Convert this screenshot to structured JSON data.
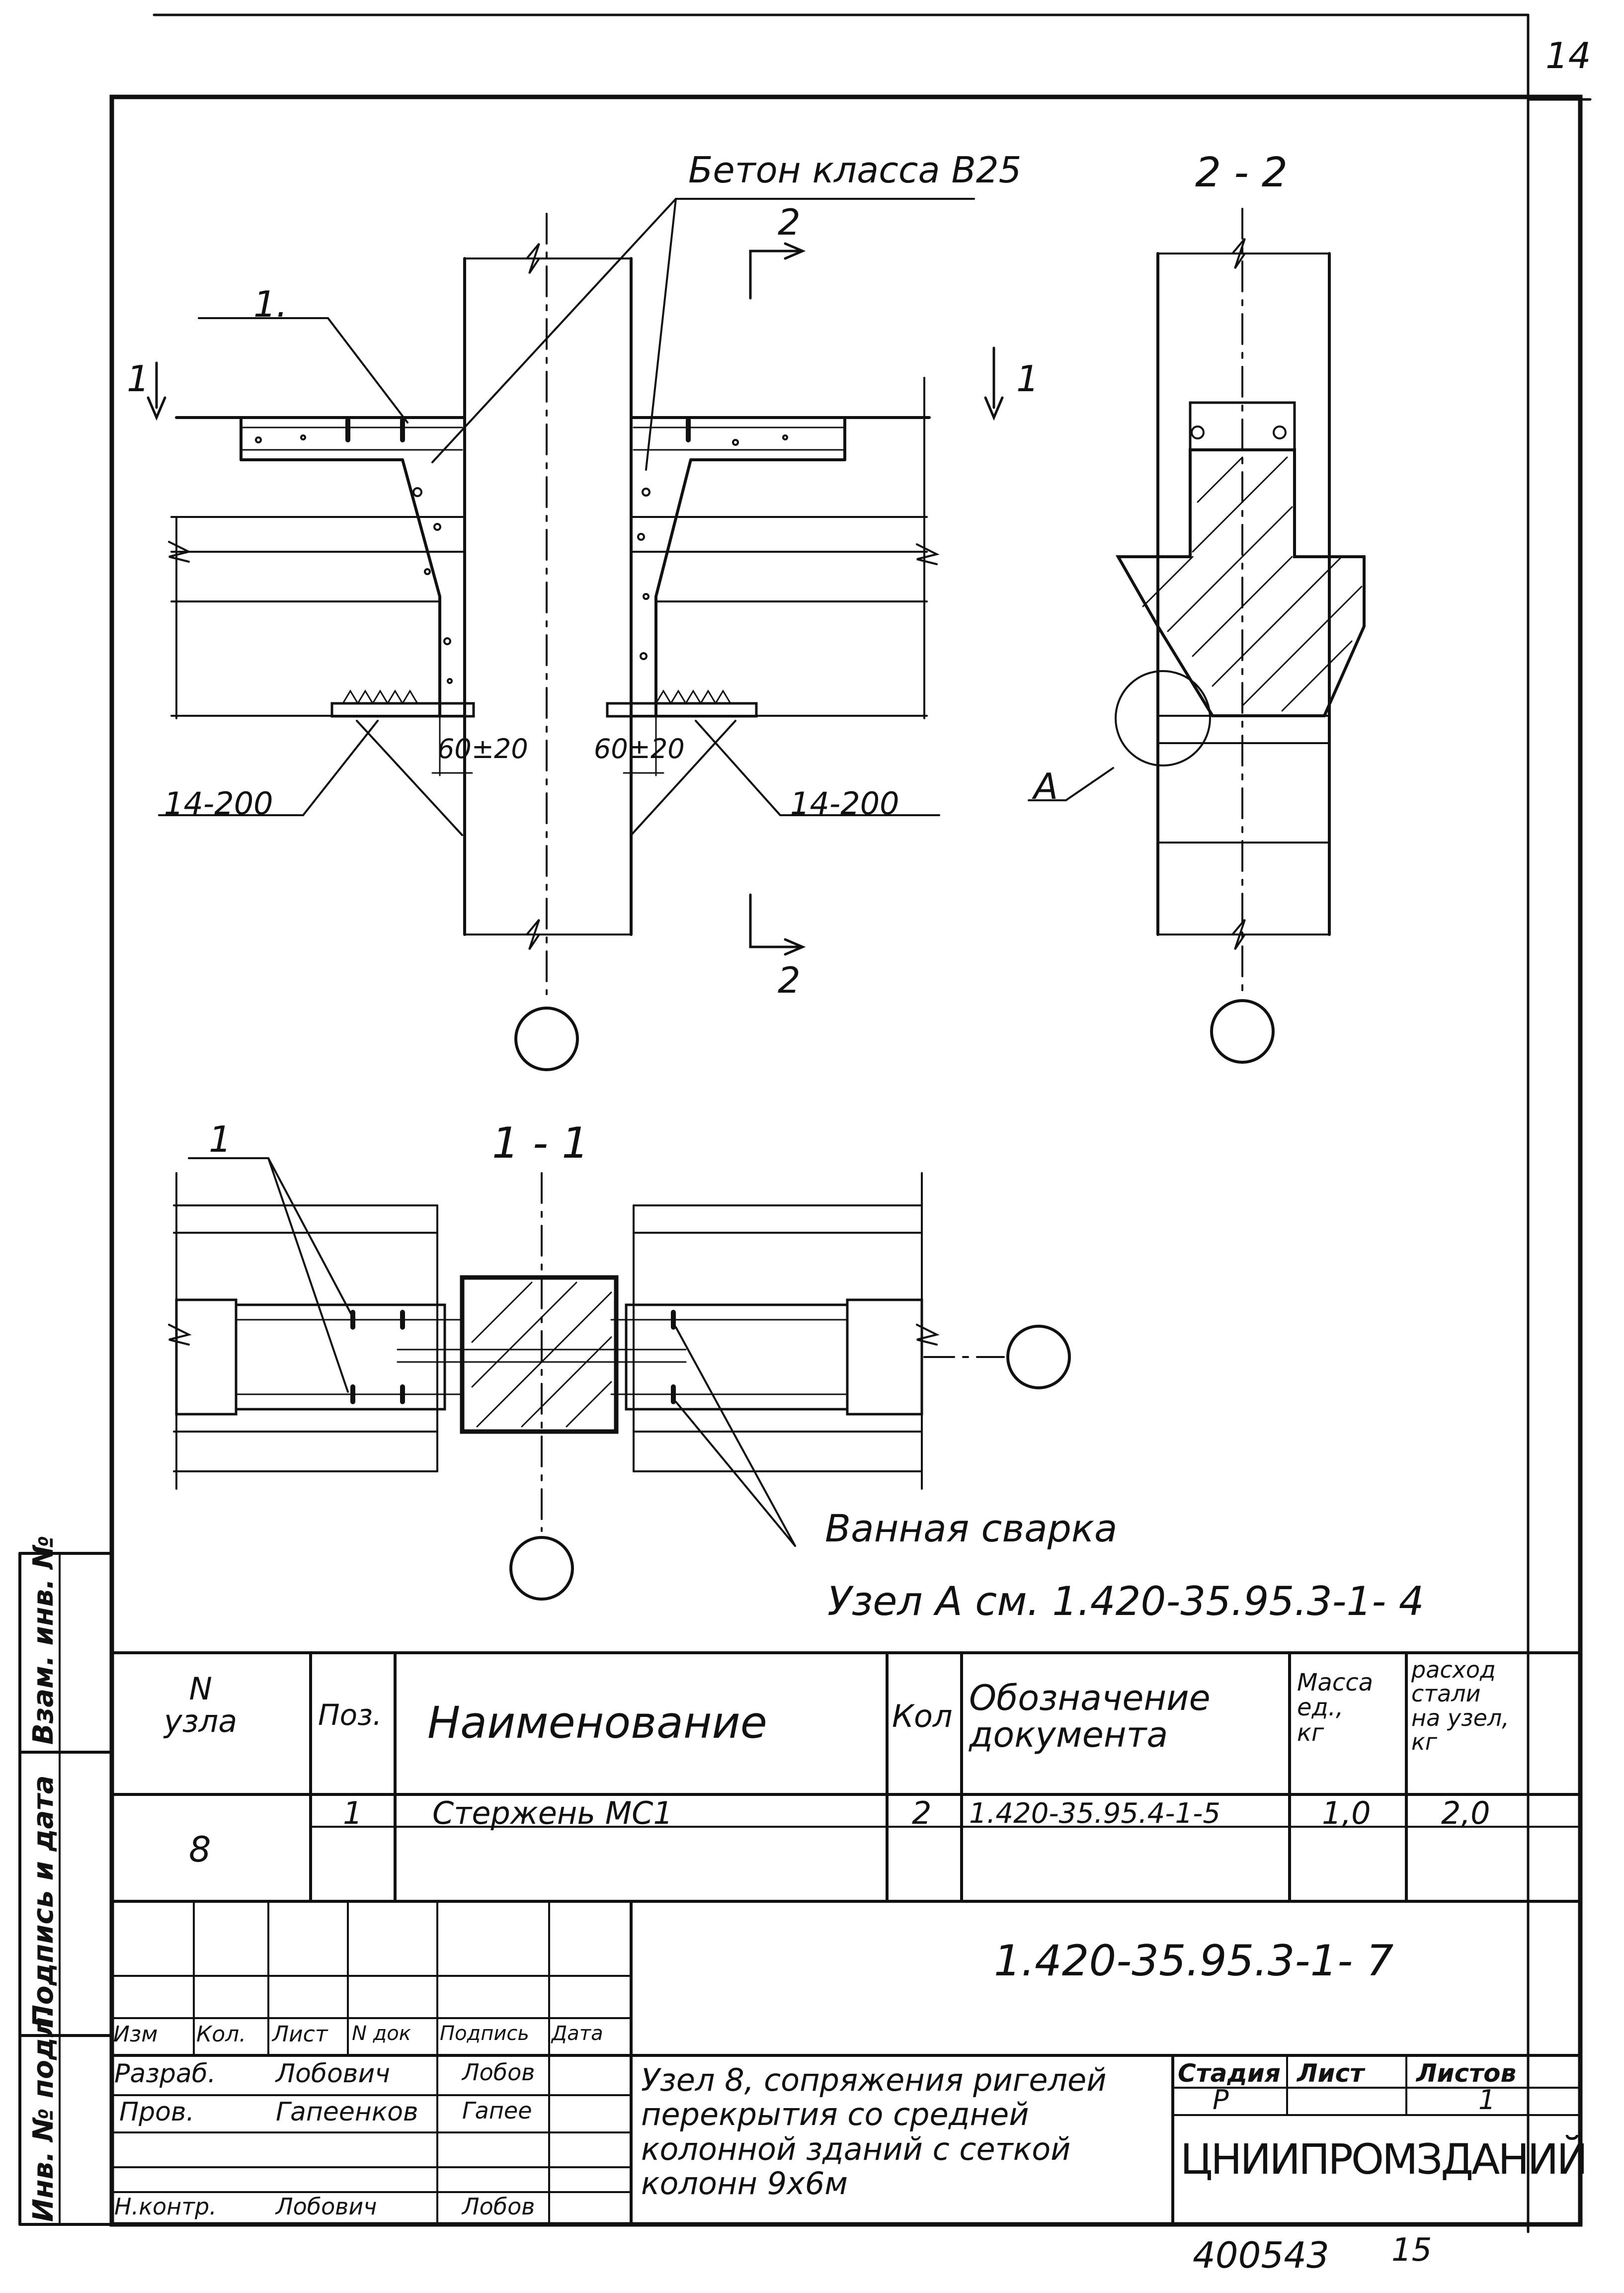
{
  "page": {
    "sheet_number": "14",
    "bottom_code": "400543",
    "bottom_page": "15"
  },
  "drawing": {
    "concrete_label": "Бетон класса В25",
    "section_2_title": "2 - 2",
    "section_1_title": "1 - 1",
    "cut_2_top": "2",
    "cut_2_bottom": "2",
    "cut_1_left": "1",
    "cut_1_right": "1",
    "pos_1_top": "1.",
    "pos_1_plan": "1",
    "dim_left": "60±20",
    "dim_right": "60±20",
    "mesh_left": "14-200",
    "mesh_right": "14-200",
    "node_A": "А",
    "weld_label": "Ванная сварка",
    "node_ref": "Узел А см. 1.420-35.95.3-1- 4"
  },
  "spec_table": {
    "headers": {
      "node": "N\nузла",
      "pos": "Поз.",
      "name": "Наименование",
      "qty": "Кол",
      "doc": "Обозначение\nдокумента",
      "mass": "Масса\nед.,\nкг",
      "steel": "расход\nстали\nна узел,\nкг"
    },
    "rows": [
      {
        "node": "8",
        "pos": "1",
        "name": "Стержень МС1",
        "qty": "2",
        "doc": "1.420-35.95.4-1-5",
        "mass": "1,0",
        "steel": "2,0"
      }
    ]
  },
  "side_stamp": {
    "inv_no": "Инв. № подл.",
    "sign_date": "Подпись и дата",
    "replaced": "Взам. инв. №"
  },
  "title_block": {
    "doc_code": "1.420-35.95.3-1- 7",
    "col_headers": [
      "Изм",
      "Кол.",
      "Лист",
      "N док",
      "Подпись",
      "Дата"
    ],
    "roles": [
      {
        "role": "Разраб.",
        "name": "Лобович",
        "sign": "Лобов"
      },
      {
        "role": "Пров.",
        "name": "Гапеенков",
        "sign": "Гапее"
      },
      {
        "role": "Н.контр.",
        "name": "Лобович",
        "sign": "Лобов"
      }
    ],
    "title": "Узел 8, сопряжения ригелей перекрытия со средней колонной зданий с сеткой колонн 9х6м",
    "stage_header": "Стадия",
    "sheet_header": "Лист",
    "sheets_header": "Листов",
    "stage": "Р",
    "sheets": "1",
    "org": "ЦНИИПРОМЗДАНИЙ"
  }
}
